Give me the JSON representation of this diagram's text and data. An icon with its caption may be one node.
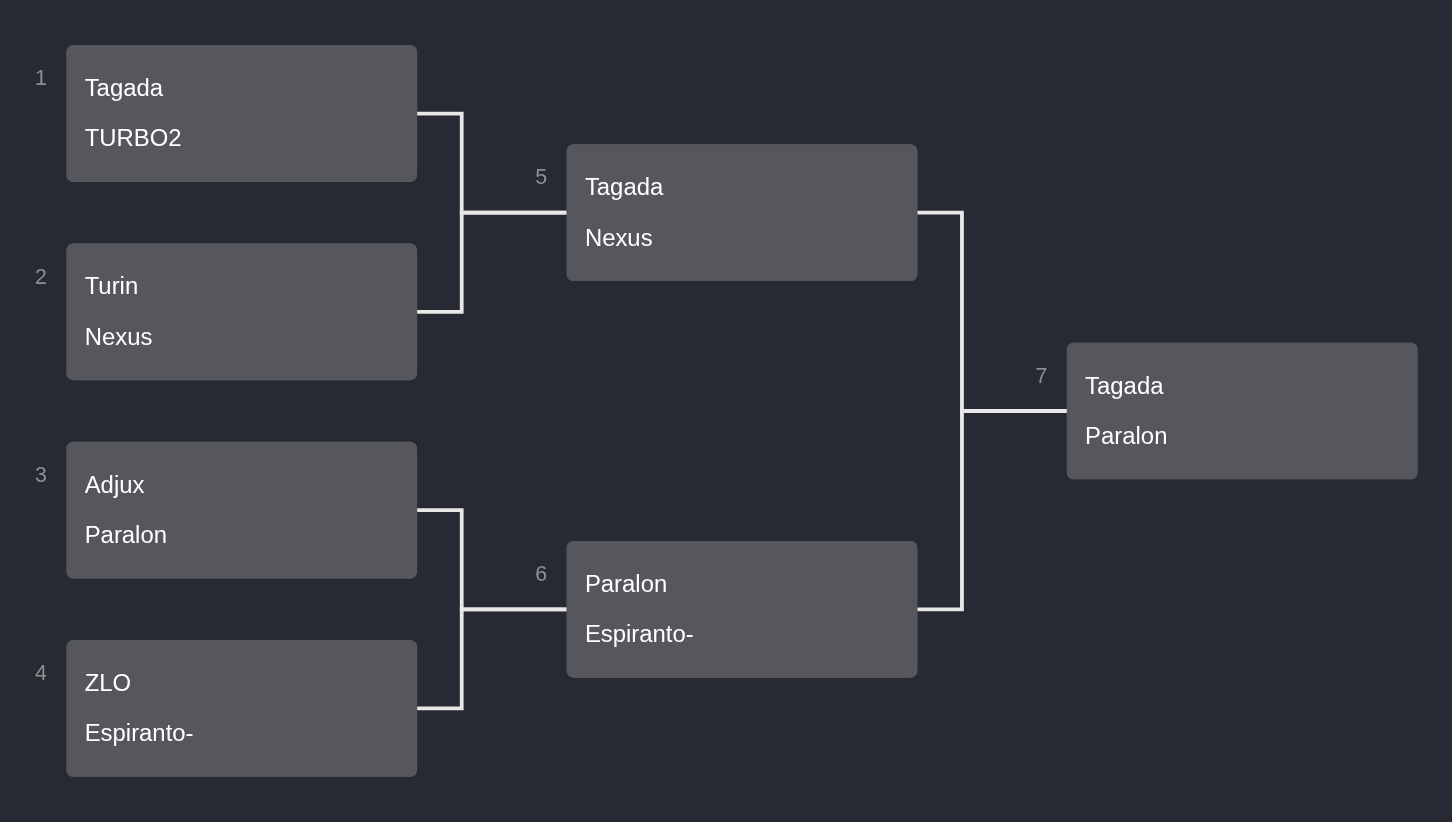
{
  "diagram": {
    "nodes": [
      {
        "text": [
          "Tagada",
          "TURBO2"
        ],
        "beside": [
          "1"
        ]
      },
      {
        "text": [
          "Turin",
          "Nexus"
        ],
        "beside": [
          "2"
        ]
      },
      {
        "text": [
          "Adjux",
          "Paralon"
        ],
        "beside": [
          "3"
        ]
      },
      {
        "text": [
          "ZLO",
          "Espiranto-"
        ],
        "beside": [
          "4"
        ]
      },
      {
        "text": [
          "Tagada",
          "Nexus"
        ],
        "beside": [
          "5"
        ]
      },
      {
        "text": [
          "Paralon",
          "Espiranto-"
        ],
        "beside": [
          "6"
        ]
      },
      {
        "text": [
          "Tagada",
          "Paralon"
        ],
        "beside": [
          "7"
        ]
      }
    ],
    "edges": [
      {
        "from": 0,
        "to": 4,
        "arrow": "none"
      },
      {
        "from": 1,
        "to": 4,
        "arrow": "none"
      },
      {
        "from": 2,
        "to": 5,
        "arrow": "none"
      },
      {
        "from": 3,
        "to": 5,
        "arrow": "none"
      },
      {
        "from": 4,
        "to": 6,
        "arrow": "none"
      },
      {
        "from": 5,
        "to": 6,
        "arrow": "none"
      }
    ]
  }
}
